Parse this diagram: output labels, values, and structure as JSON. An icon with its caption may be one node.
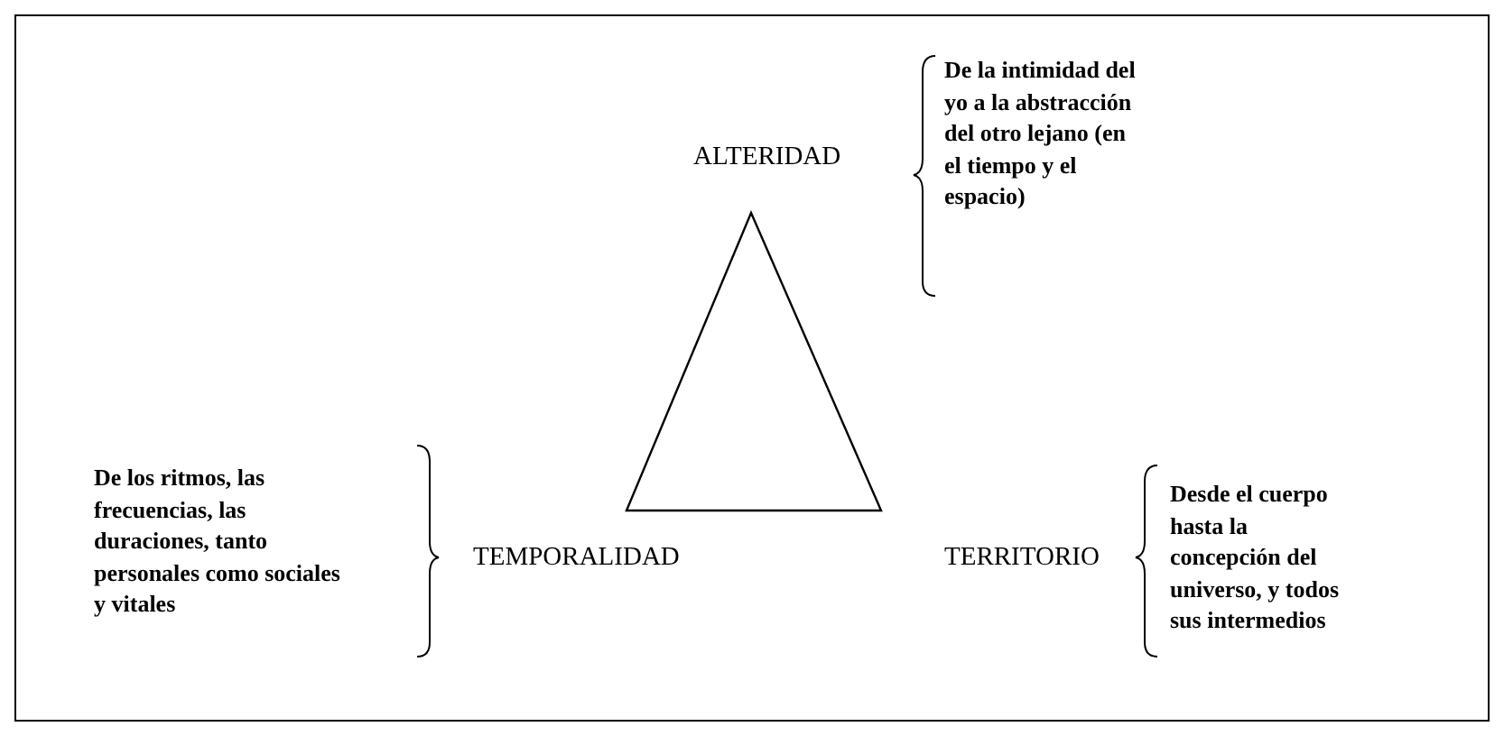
{
  "diagram": {
    "nodes": [
      {
        "text": [],
        "shape": "triangle"
      }
    ],
    "labels": [
      "De la intimidad del yo a la abstracción del otro lejano (en el tiempo y el espacio)",
      "ALTERIDAD",
      "De los ritmos, las frecuencias, las duraciones, tanto personales como sociales y vitales",
      "TEMPORALIDAD",
      "TERRITORIO",
      "Desde el cuerpo hasta la concepción del universo, y todos sus intermedios"
    ]
  }
}
